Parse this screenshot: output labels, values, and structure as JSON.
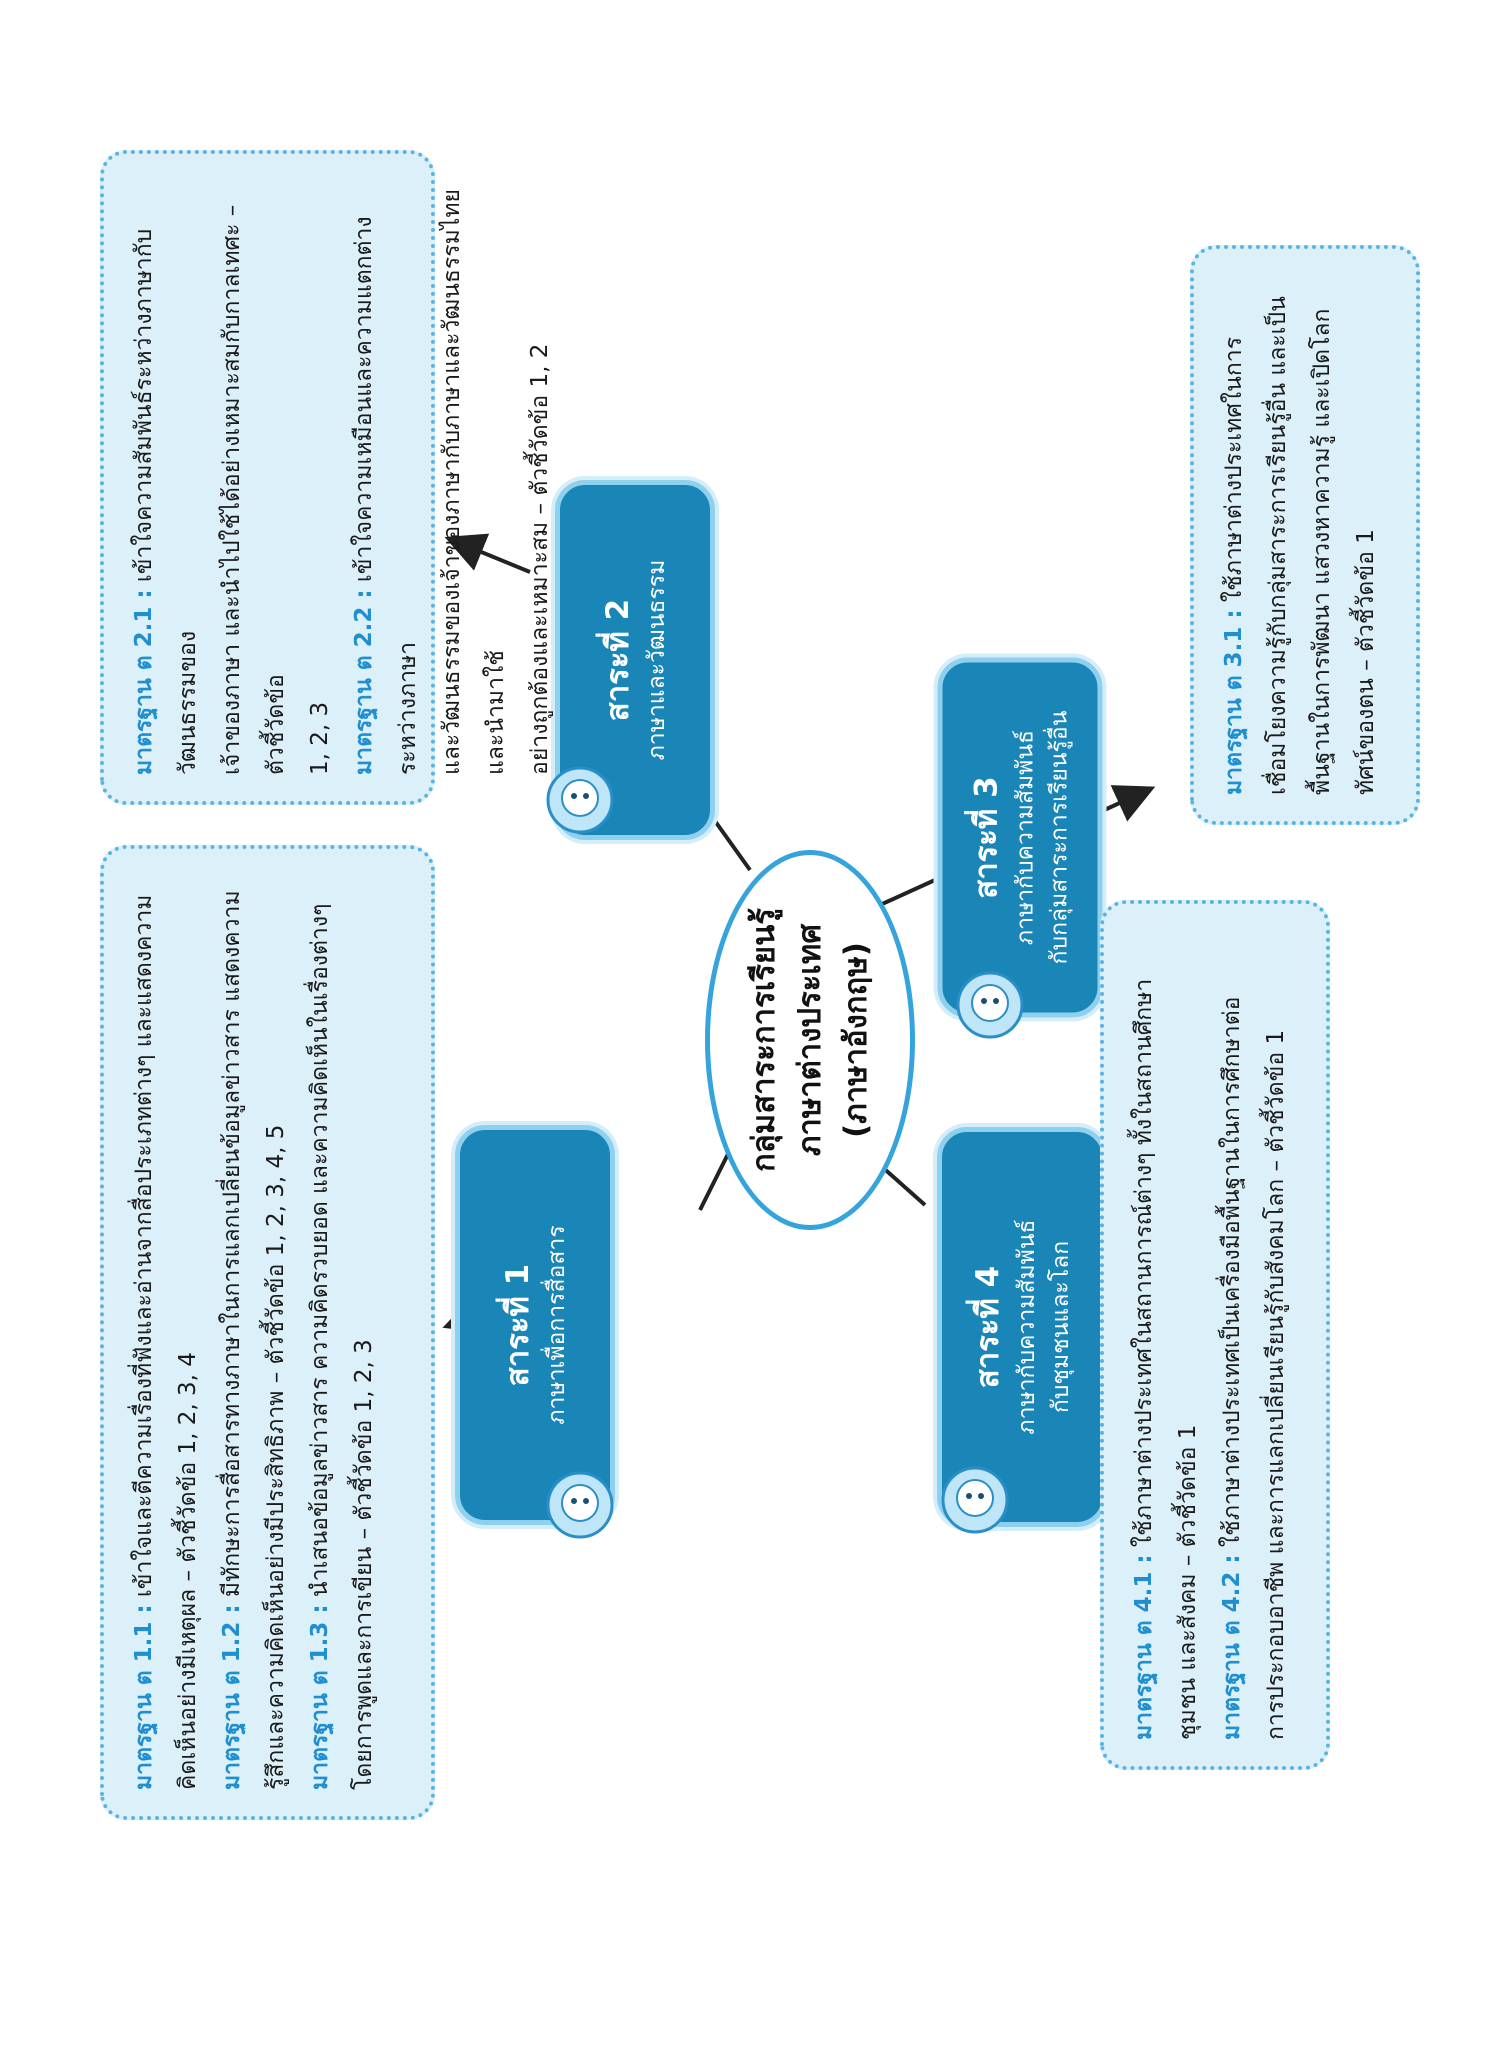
{
  "center": {
    "line1": "กลุ่มสาระการเรียนรู้",
    "line2": "ภาษาต่างประเทศ",
    "line3": "(ภาษาอังกฤษ)"
  },
  "topics": [
    {
      "title": "สาระที่ 1",
      "sub1": "ภาษาเพื่อการสื่อสาร",
      "sub2": ""
    },
    {
      "title": "สาระที่ 2",
      "sub1": "ภาษาและวัฒนธรรม",
      "sub2": ""
    },
    {
      "title": "สาระที่ 3",
      "sub1": "ภาษากับความสัมพันธ์",
      "sub2": "กับกลุ่มสาระการเรียนรู้อื่น"
    },
    {
      "title": "สาระที่ 4",
      "sub1": "ภาษากับความสัมพันธ์",
      "sub2": "กับชุมชนและโลก"
    }
  ],
  "standards": {
    "s1": [
      {
        "code": "มาตรฐาน ต 1.1 :",
        "text": "เข้าใจและตีความเรื่องที่ฟังและอ่านจากสื่อประเภทต่างๆ และแสดงความ"
      },
      {
        "code": "",
        "text": "คิดเห็นอย่างมีเหตุผล – ตัวชี้วัดข้อ 1, 2, 3, 4"
      },
      {
        "code": "มาตรฐาน ต 1.2 :",
        "text": "มีทักษะการสื่อสารทางภาษาในการแลกเปลี่ยนข้อมูลข่าวสาร แสดงความ"
      },
      {
        "code": "",
        "text": "รู้สึกและความคิดเห็นอย่างมีประสิทธิภาพ – ตัวชี้วัดข้อ 1, 2, 3, 4, 5"
      },
      {
        "code": "มาตรฐาน ต 1.3 :",
        "text": "นำเสนอข้อมูลข่าวสาร ความคิดรวบยอด และความคิดเห็นในเรื่องต่างๆ"
      },
      {
        "code": "",
        "text": "โดยการพูดและการเขียน – ตัวชี้วัดข้อ 1, 2, 3"
      }
    ],
    "s2": [
      {
        "code": "มาตรฐาน ต 2.1 :",
        "text": "เข้าใจความสัมพันธ์ระหว่างภาษากับวัฒนธรรมของ"
      },
      {
        "code": "",
        "text": "เจ้าของภาษา และนำไปใช้ได้อย่างเหมาะสมกับกาลเทศะ – ตัวชี้วัดข้อ"
      },
      {
        "code": "",
        "text": "1, 2, 3"
      },
      {
        "code": "มาตรฐาน ต 2.2 :",
        "text": "เข้าใจความเหมือนและความแตกต่างระหว่างภาษา"
      },
      {
        "code": "",
        "text": "และวัฒนธรรมของเจ้าของภาษากับภาษาและวัฒนธรรมไทย และนำมาใช้"
      },
      {
        "code": "",
        "text": "อย่างถูกต้องและเหมาะสม – ตัวชี้วัดข้อ 1, 2"
      }
    ],
    "s3": [
      {
        "code": "มาตรฐาน ต 3.1 :",
        "text": "ใช้ภาษาต่างประเทศในการ"
      },
      {
        "code": "",
        "text": "เชื่อมโยงความรู้กับกลุ่มสาระการเรียนรู้อื่น และเป็น"
      },
      {
        "code": "",
        "text": "พื้นฐานในการพัฒนา แสวงหาความรู้ และเปิดโลก"
      },
      {
        "code": "",
        "text": "ทัศน์ของตน – ตัวชี้วัดข้อ 1"
      }
    ],
    "s4": [
      {
        "code": "มาตรฐาน ต 4.1 :",
        "text": "ใช้ภาษาต่างประเทศในสถานการณ์ต่างๆ ทั้งในสถานศึกษา"
      },
      {
        "code": "",
        "text": "ชุมชน และสังคม – ตัวชี้วัดข้อ 1"
      },
      {
        "code": "มาตรฐาน ต 4.2 :",
        "text": "ใช้ภาษาต่างประเทศเป็นเครื่องมือพื้นฐานในการศึกษาต่อ"
      },
      {
        "code": "",
        "text": "การประกอบอาชีพ และการแลกเปลี่ยนเรียนรู้กับสังคมโลก – ตัวชี้วัดข้อ 1"
      }
    ]
  },
  "colors": {
    "topic_fill": "#1a86b8",
    "box_fill": "#dcf0fa",
    "accent": "#1f8fcf",
    "border": "#5ab4e3"
  },
  "icons": [
    "mascot-icon"
  ]
}
